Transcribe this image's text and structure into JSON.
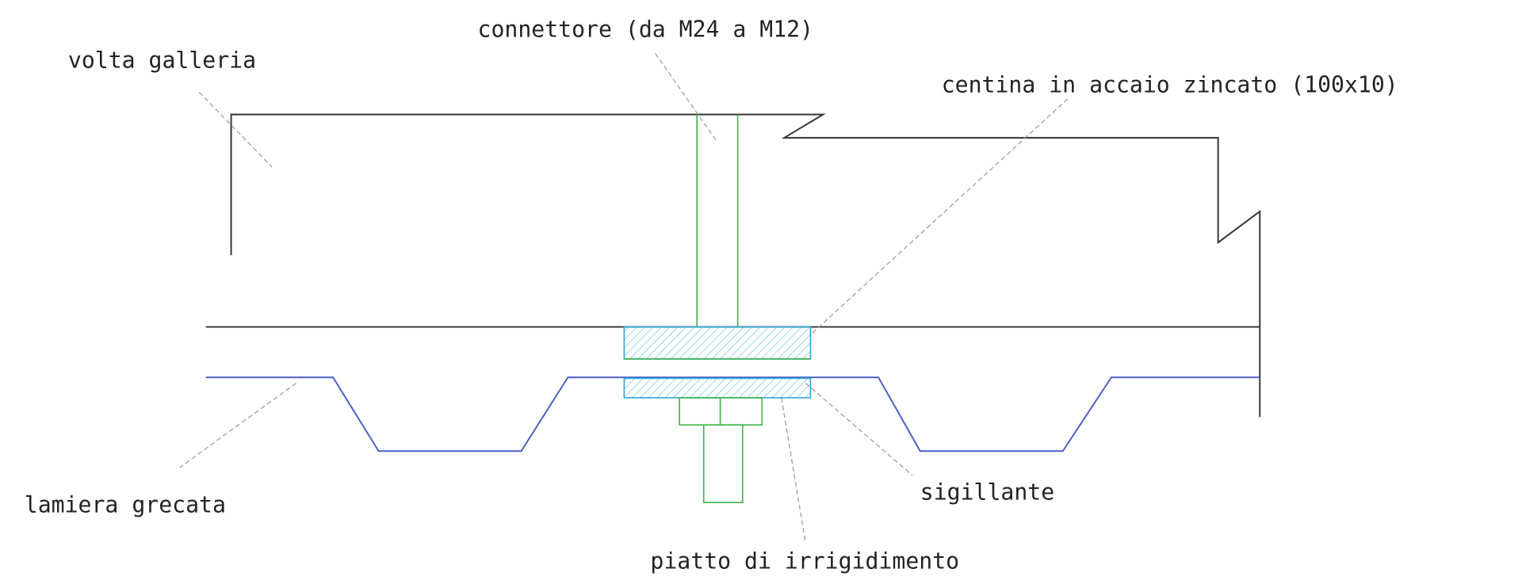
{
  "labels": {
    "vault": "volta galleria",
    "connector": "connettore (da M24 a M12)",
    "rib": "centina in accaio zincato (100x10)",
    "deck": "lamiera grecata",
    "sealant": "sigillante",
    "plate": "piatto di irrigidimento"
  },
  "colors": {
    "outline": "#333333",
    "deck": "#4a5fc0",
    "connector": "#3cb34a",
    "hatch": "#2aa8d8"
  }
}
